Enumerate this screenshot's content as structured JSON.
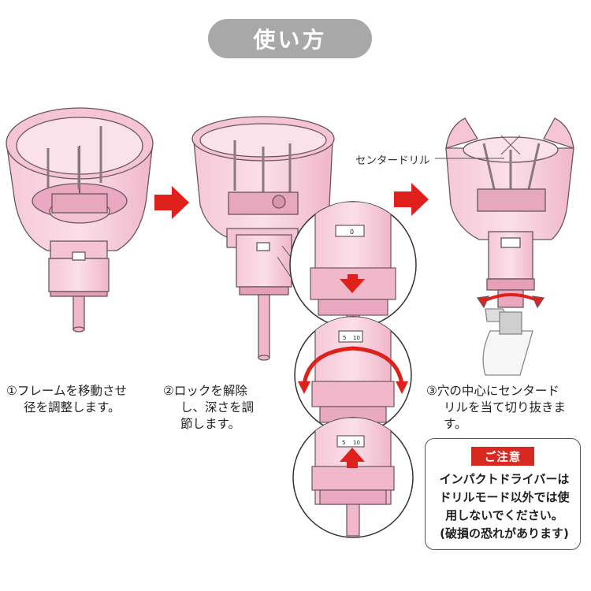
{
  "title": "使い方",
  "callout_label": "センタードリル",
  "steps": [
    {
      "number": "①",
      "lines": [
        "フレームを移動させ",
        "径を調整します。"
      ]
    },
    {
      "number": "②",
      "lines": [
        "ロックを解除",
        "し、深さを調",
        "節します。"
      ]
    },
    {
      "number": "③",
      "lines": [
        "穴の中心にセンタード",
        "リルを当て切り抜きま",
        "す。"
      ]
    }
  ],
  "notice": {
    "label": "ご注意",
    "lines": [
      "インパクトドライバーは",
      "ドリルモード以外では使",
      "用しないでください。",
      "(破損の恐れがあります)"
    ]
  },
  "dial_labels": {
    "top": "0",
    "middle_left": "5",
    "middle_right": "10",
    "bottom_left": "5",
    "bottom_right": "10"
  },
  "colors": {
    "body_pink": "#f3bfd1",
    "outline": "#6a5560",
    "arrow_red": "#e0201b",
    "title_bg": "#a8a8a8"
  }
}
